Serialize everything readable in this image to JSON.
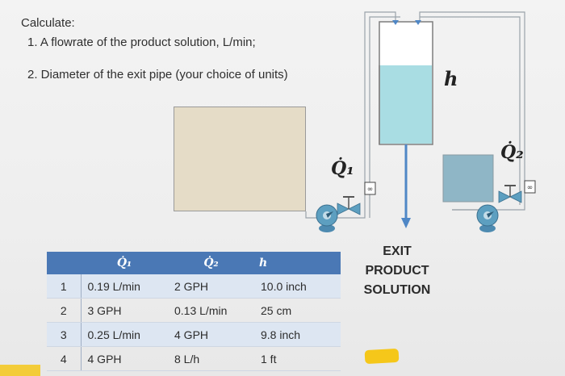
{
  "question": {
    "heading": "Calculate:",
    "item1": "1. A flowrate of the product solution, L/min;",
    "item2": "2. Diameter of the exit pipe (your choice of units)"
  },
  "table": {
    "headers": [
      "",
      "Q̇₁",
      "Q̇₂",
      "h"
    ],
    "rows": [
      [
        "1",
        "0.19 L/min",
        "2 GPH",
        "10.0 inch"
      ],
      [
        "2",
        "3 GPH",
        "0.13 L/min",
        "25 cm"
      ],
      [
        "3",
        "0.25 L/min",
        "4 GPH",
        "9.8 inch"
      ],
      [
        "4",
        "4 GPH",
        "8 L/h",
        "1 ft"
      ]
    ]
  },
  "diagram": {
    "q1_label": "Q̇₁",
    "q2_label": "Q̇₂",
    "h_label": "h",
    "exit_line1": "EXIT",
    "exit_line2": "PRODUCT",
    "exit_line3": "SOLUTION",
    "meter_symbol": "∞"
  },
  "colors": {
    "tank_liquid": "#a9dde3",
    "pump": "#5d9fc0",
    "table_header": "#4a78b5",
    "feed_box": "#e5dcc7",
    "reagent_box": "#8fb6c6",
    "arrow": "#4f87c6",
    "highlight": "#f5c71a"
  }
}
